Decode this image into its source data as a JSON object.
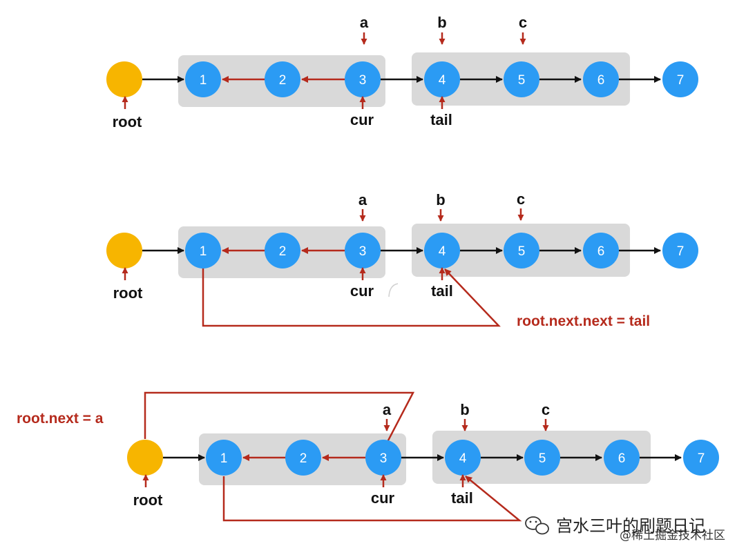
{
  "colors": {
    "node": "#2b9bf4",
    "root": "#f7b500",
    "group": "#d9d9d9",
    "arrow_black": "#111111",
    "arrow_red": "#b52a1c"
  },
  "panels": [
    {
      "root_label": "root",
      "nodes": [
        "1",
        "2",
        "3",
        "4",
        "5",
        "6",
        "7"
      ],
      "pointers": {
        "a": "a",
        "b": "b",
        "c": "c",
        "cur": "cur",
        "tail": "tail"
      },
      "annotation": ""
    },
    {
      "root_label": "root",
      "nodes": [
        "1",
        "2",
        "3",
        "4",
        "5",
        "6",
        "7"
      ],
      "pointers": {
        "a": "a",
        "b": "b",
        "c": "c",
        "cur": "cur",
        "tail": "tail"
      },
      "annotation": "root.next.next = tail"
    },
    {
      "root_label": "root",
      "nodes": [
        "1",
        "2",
        "3",
        "4",
        "5",
        "6",
        "7"
      ],
      "pointers": {
        "a": "a",
        "b": "b",
        "c": "c",
        "cur": "cur",
        "tail": "tail"
      },
      "annotation": "root.next = a"
    }
  ],
  "watermark": {
    "icon": "wechat-icon",
    "title": "宫水三叶的刷题日记",
    "source": "@稀土掘金技术社区"
  }
}
